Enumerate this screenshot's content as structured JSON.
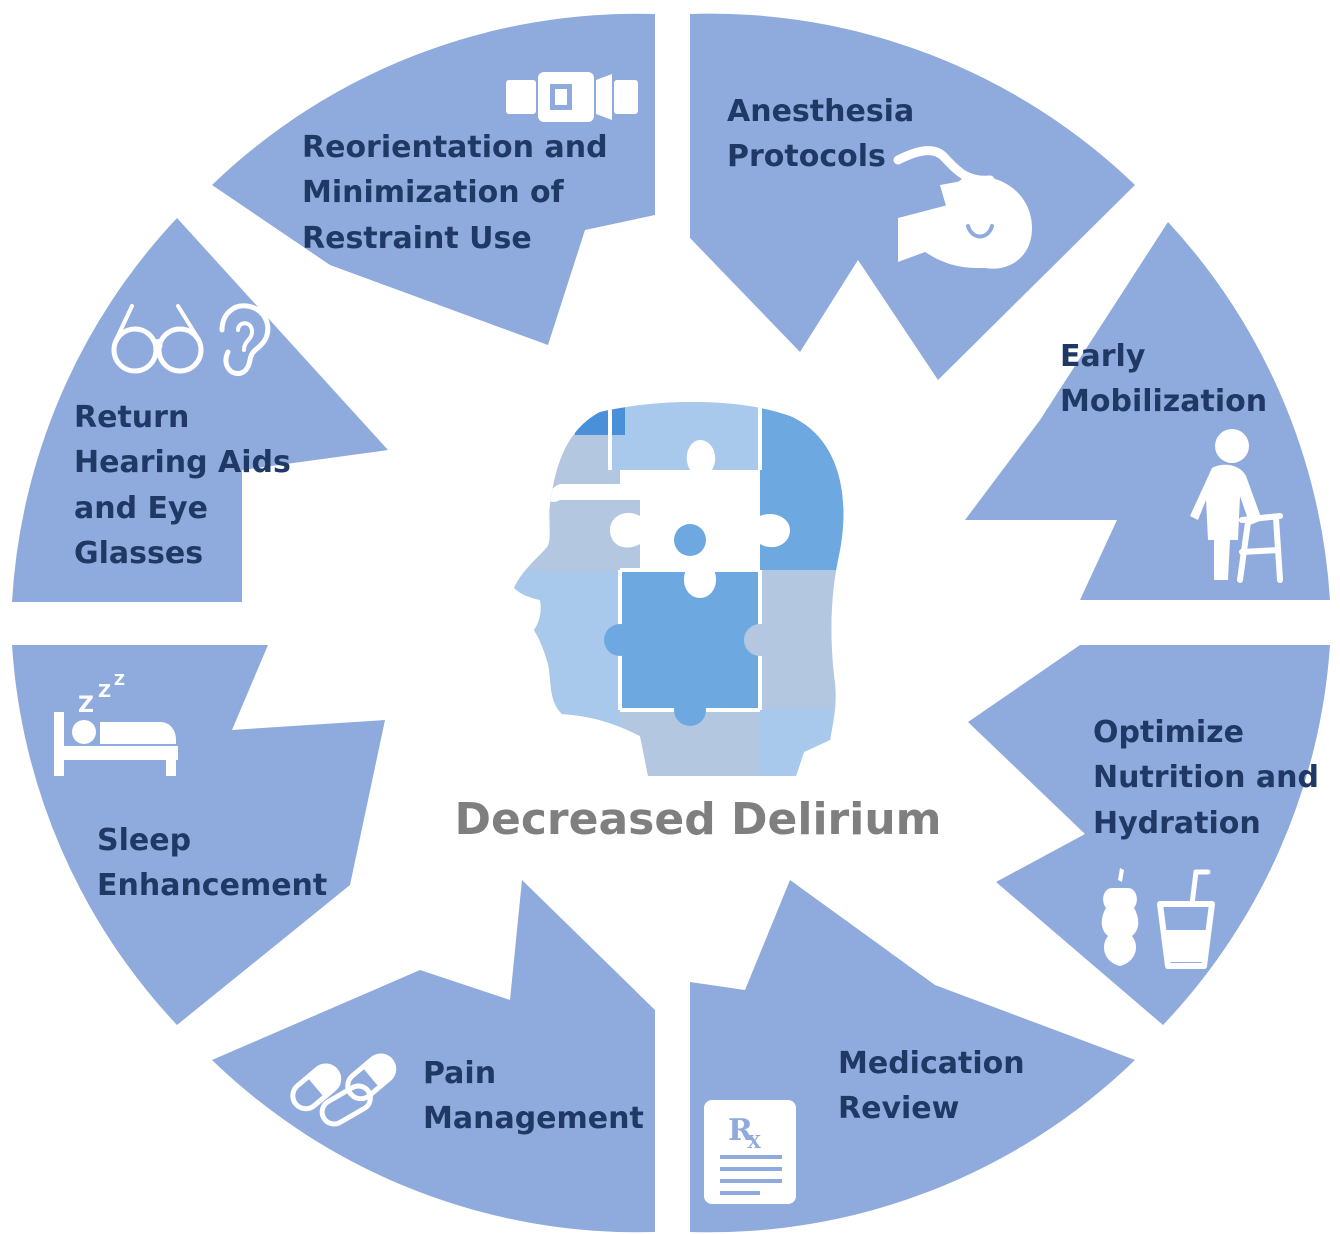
{
  "center": {
    "title": "Decreased Delirium"
  },
  "segments": [
    {
      "id": "anesthesia",
      "lines": [
        "Anesthesia",
        "Protocols"
      ],
      "icon": "anesthesia-mask-icon"
    },
    {
      "id": "mobilization",
      "lines": [
        "Early",
        "Mobilization"
      ],
      "icon": "walker-icon"
    },
    {
      "id": "nutrition",
      "lines": [
        "Optimize",
        "Nutrition and",
        "Hydration"
      ],
      "icon": "apple-drink-icon"
    },
    {
      "id": "medication",
      "lines": [
        "Medication",
        "Review"
      ],
      "icon": "prescription-icon"
    },
    {
      "id": "pain",
      "lines": [
        "Pain",
        "Management"
      ],
      "icon": "pills-icon"
    },
    {
      "id": "sleep",
      "lines": [
        "Sleep",
        "Enhancement"
      ],
      "icon": "sleep-bed-icon"
    },
    {
      "id": "hearing",
      "lines": [
        "Return",
        "Hearing Aids",
        "and Eye",
        "Glasses"
      ],
      "icon": "glasses-ear-icon"
    },
    {
      "id": "reorientation",
      "lines": [
        "Reorientation and",
        "Minimization of",
        "Restraint Use"
      ],
      "icon": "restraint-belt-icon"
    }
  ],
  "colors": {
    "segment_fill": "#8faadc",
    "text_dark": "#1f3864",
    "center_text": "#7f7f7f",
    "puzzle_light": "#a9c9ec",
    "puzzle_mid": "#6da9e0",
    "puzzle_grey": "#b4c7e0",
    "puzzle_dark": "#4a90d9"
  }
}
